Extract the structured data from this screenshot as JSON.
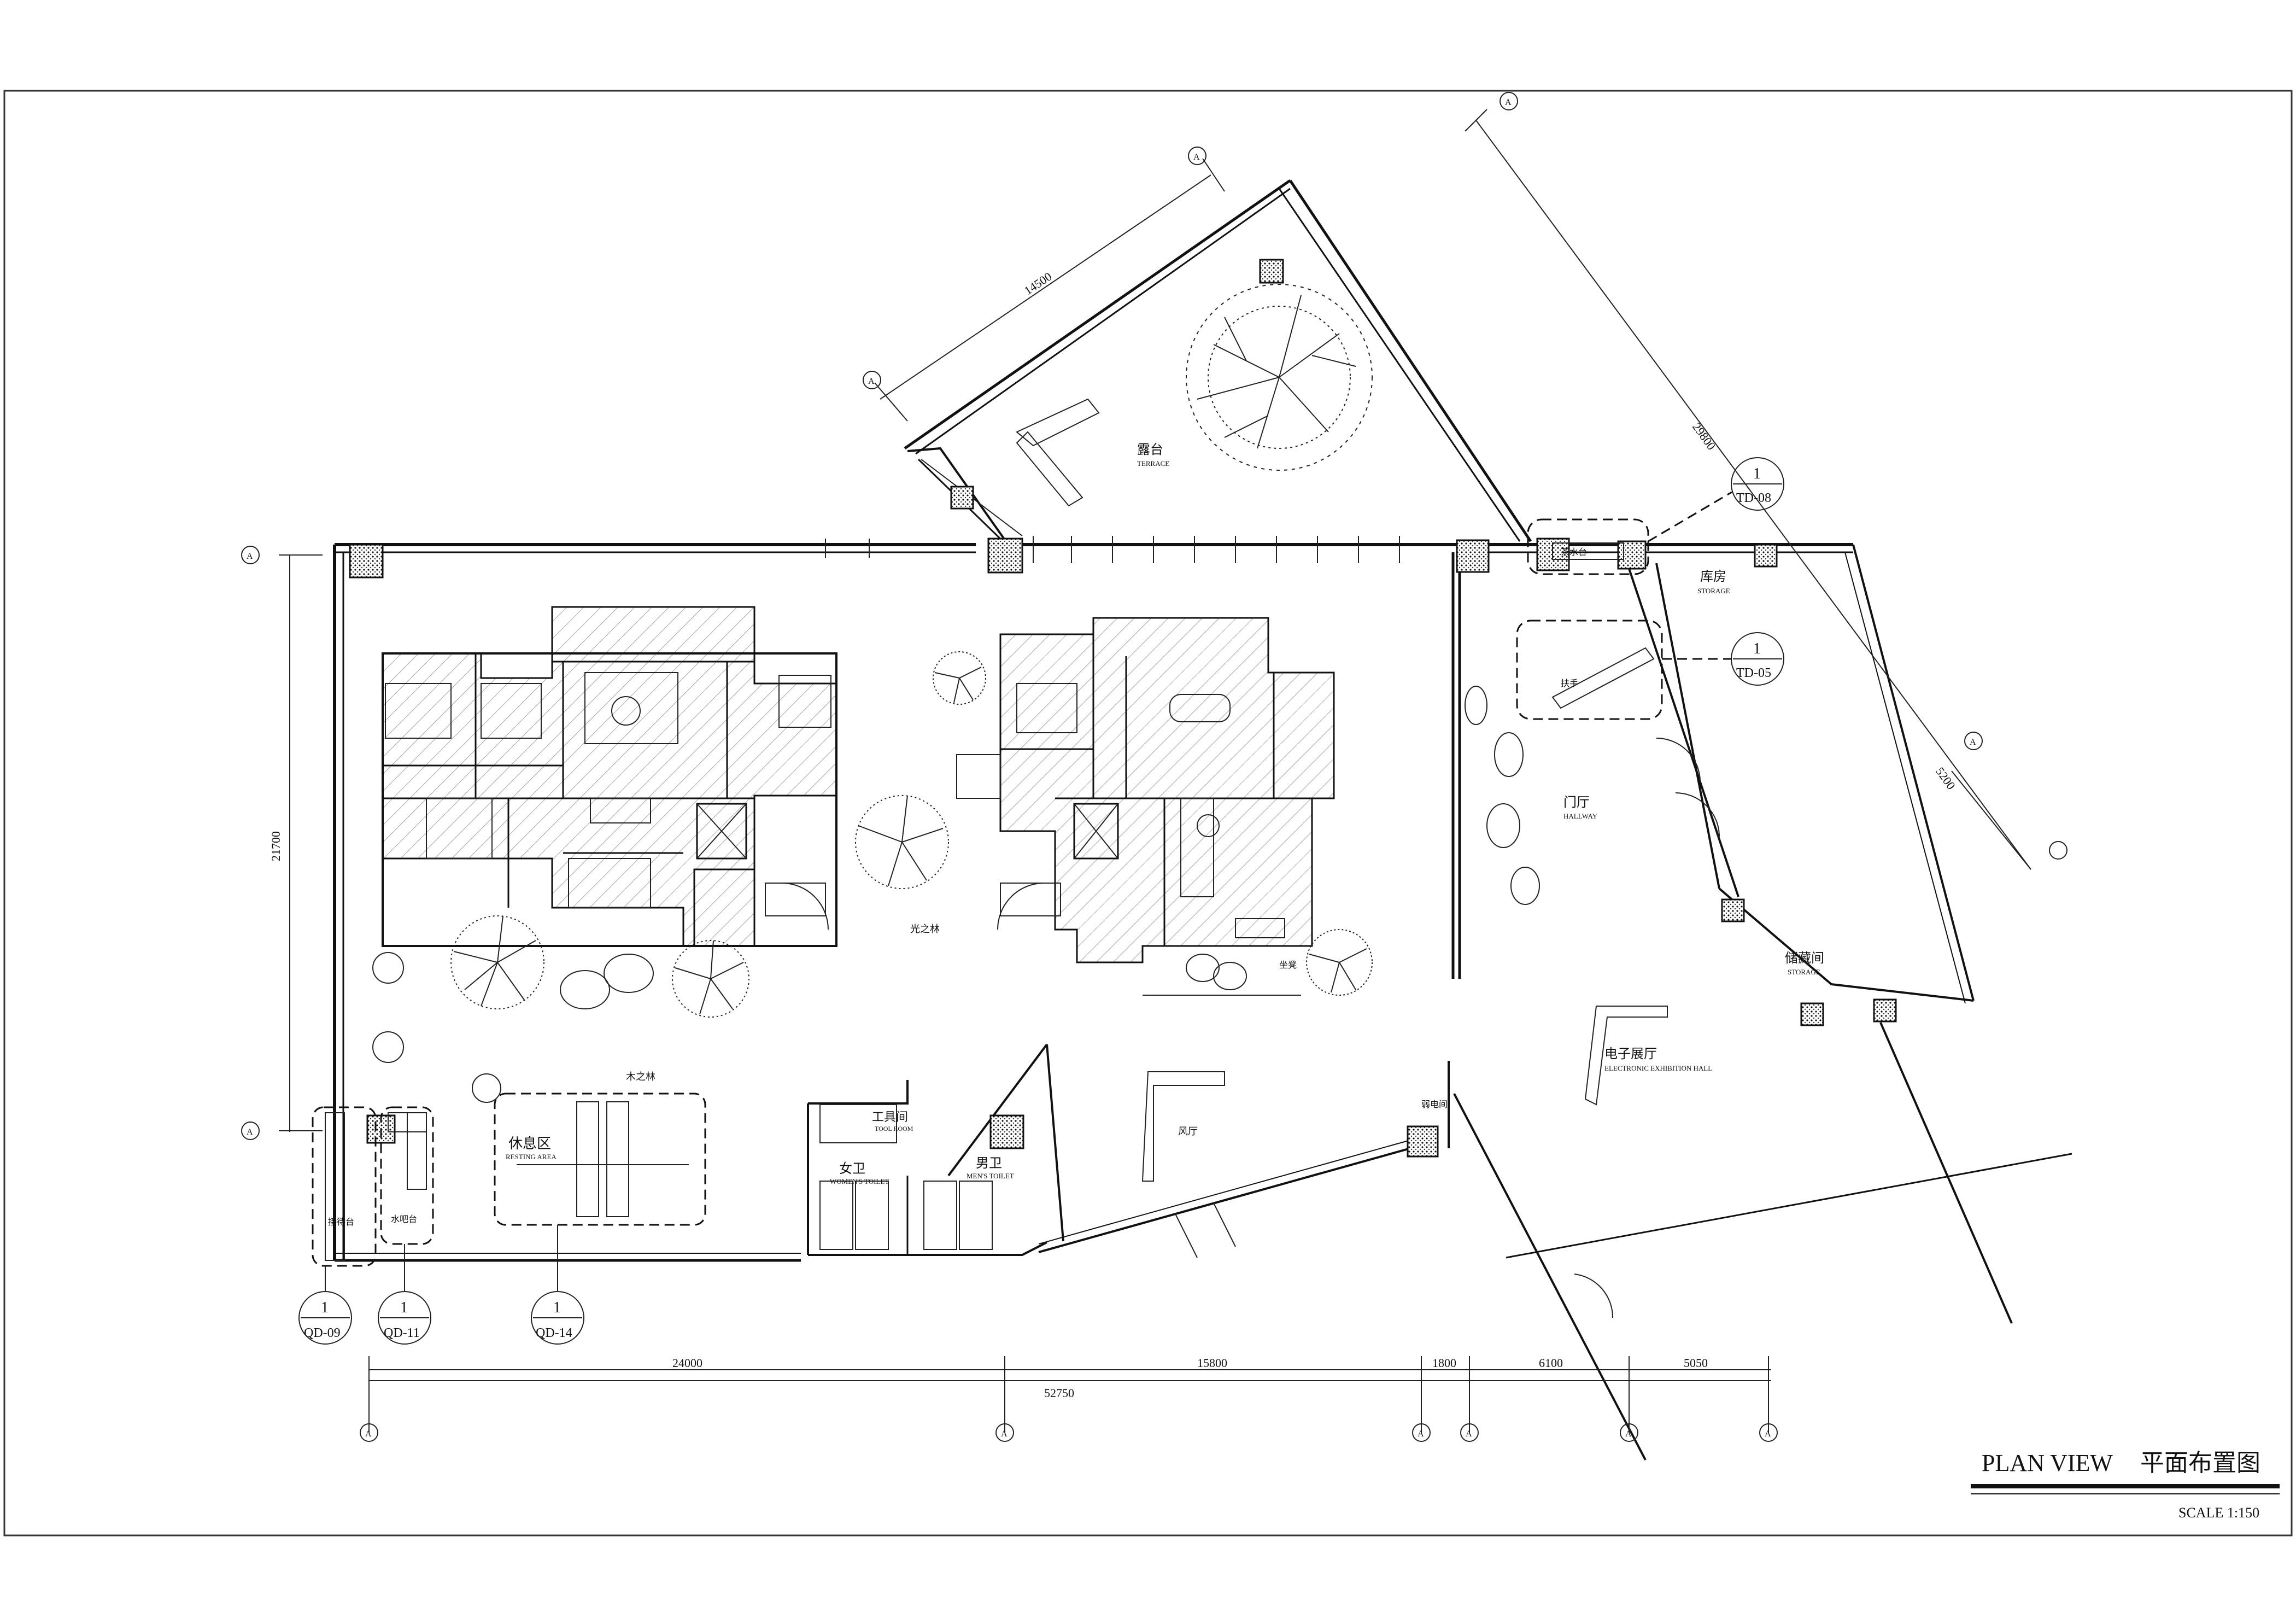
{
  "drawing": {
    "title_en": "PLAN VIEW",
    "title_cn": "平面布置图",
    "scale": "SCALE 1:150"
  },
  "rooms": {
    "terrace_cn": "露台",
    "terrace_en": "TERRACE",
    "storage_cn": "库房",
    "storage_en": "STORAGE",
    "hallway_cn": "门厅",
    "hallway_en": "HALLWAY",
    "storage2_cn": "储藏间",
    "storage2_en": "STORAGE",
    "exhibition_cn": "电子展厅",
    "exhibition_en": "ELECTRONIC EXHIBITION HALL",
    "rest_cn": "休息区",
    "rest_en": "RESTING AREA",
    "women_cn": "女卫",
    "women_en": "WOMEN'S TOILET",
    "men_cn": "男卫",
    "men_en": "MEN'S TOILET",
    "tool_cn": "工具间",
    "tool_en": "TOOL ROOM",
    "light_forest": "光之林",
    "wood_forest": "木之林",
    "wind_hall": "风厅",
    "water_bar": "茶水台",
    "water_bar2": "水吧台",
    "front_desk": "接待台",
    "elec_room": "弱电间",
    "handrail": "扶手",
    "seat": "坐凳"
  },
  "dimensions": {
    "bottom_1": "24000",
    "bottom_2": "15800",
    "bottom_3": "1800",
    "bottom_4": "6100",
    "bottom_5": "5050",
    "bottom_total": "52750",
    "left": "21700",
    "terrace": "14500",
    "diagonal_long": "29800",
    "diagonal_short": "5200"
  },
  "grid_markers": [
    "A",
    "A",
    "A",
    "A",
    "A",
    "A",
    "A",
    "A",
    "A",
    "A",
    "A",
    "A"
  ],
  "detail_refs": [
    {
      "num": "1",
      "sheet": "QD-09"
    },
    {
      "num": "1",
      "sheet": "QD-11"
    },
    {
      "num": "1",
      "sheet": "QD-14"
    },
    {
      "num": "1",
      "sheet": "TD-08"
    },
    {
      "num": "1",
      "sheet": "TD-05"
    }
  ]
}
